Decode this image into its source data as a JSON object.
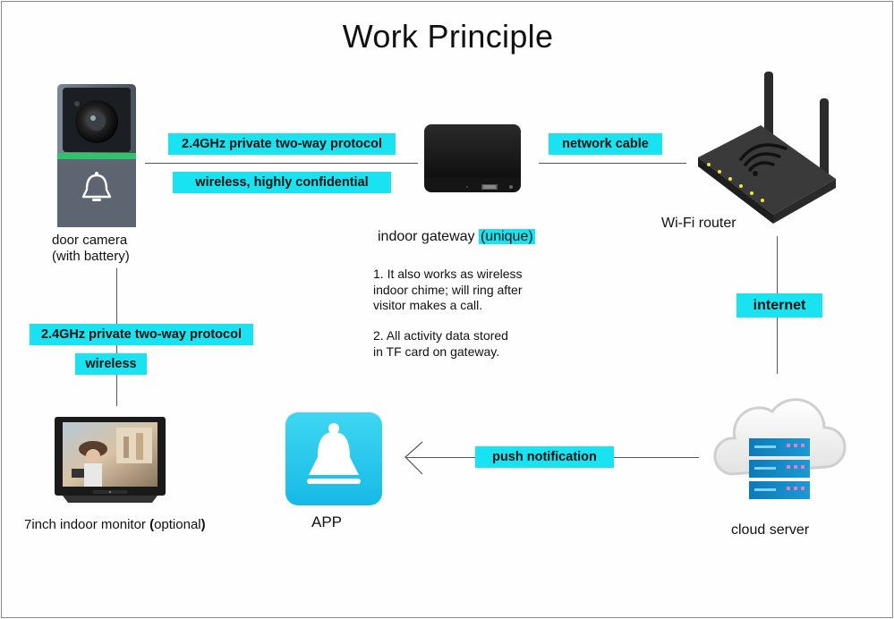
{
  "title": "Work Principle",
  "colors": {
    "highlight": "#19e3f0",
    "line": "#555555"
  },
  "devices": {
    "door_camera": {
      "label_line1": "door camera",
      "label_line2": "(with battery)",
      "icon": "doorbell-camera-icon"
    },
    "gateway": {
      "label": "indoor gateway ",
      "label_highlight": "(unique)",
      "icon": "gateway-box-icon"
    },
    "router": {
      "label": "Wi-Fi router",
      "icon": "wifi-router-icon"
    },
    "monitor": {
      "label_prefix": "7inch indoor monitor ",
      "label_open": "(",
      "label_mid": "optional",
      "label_close": ")",
      "icon": "indoor-monitor-icon"
    },
    "app": {
      "label": "APP",
      "icon": "bell-app-icon"
    },
    "cloud": {
      "label": "cloud server",
      "icon": "cloud-server-icon"
    }
  },
  "tags": {
    "camera_gateway_protocol": "2.4GHz private two-way protocol",
    "camera_gateway_wireless": "wireless, highly confidential",
    "gateway_router": "network cable",
    "router_cloud": "internet",
    "camera_monitor_protocol": "2.4GHz private two-way protocol",
    "camera_monitor_wireless": "wireless",
    "cloud_app": "push notification"
  },
  "notes": {
    "note1_line1": "1. It also works as wireless",
    "note1_line2": "indoor chime; will ring after",
    "note1_line3": "visitor makes a call.",
    "note2_line1": "2. All activity data stored",
    "note2_line2": "in TF card on gateway."
  }
}
